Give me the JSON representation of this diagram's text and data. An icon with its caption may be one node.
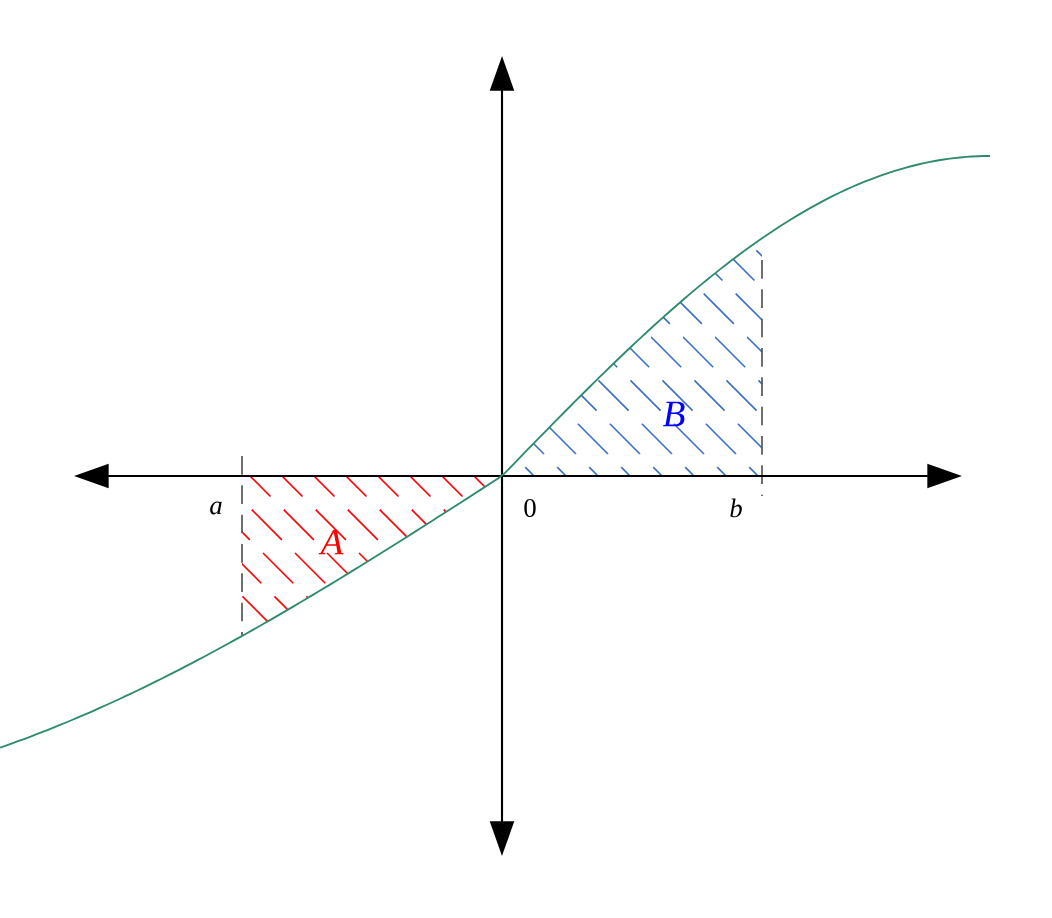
{
  "diagram": {
    "labels": [
      "B",
      "a",
      "0",
      "b",
      "A"
    ]
  }
}
